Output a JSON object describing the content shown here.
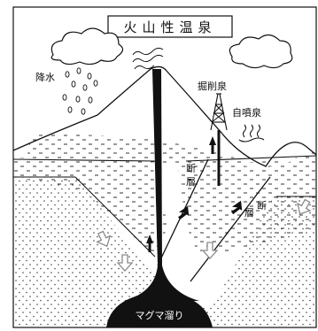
{
  "title": "火山性温泉",
  "labels": {
    "rain": "降水",
    "drill_spring": "掘削泉",
    "natural_spring": "自噴泉",
    "fault_char_1": "断",
    "fault_char_2": "層",
    "magma": "マグマ溜り"
  },
  "colors": {
    "ink": "#111111",
    "paper": "#ffffff",
    "arrow_outline": "#8a8a8a"
  }
}
